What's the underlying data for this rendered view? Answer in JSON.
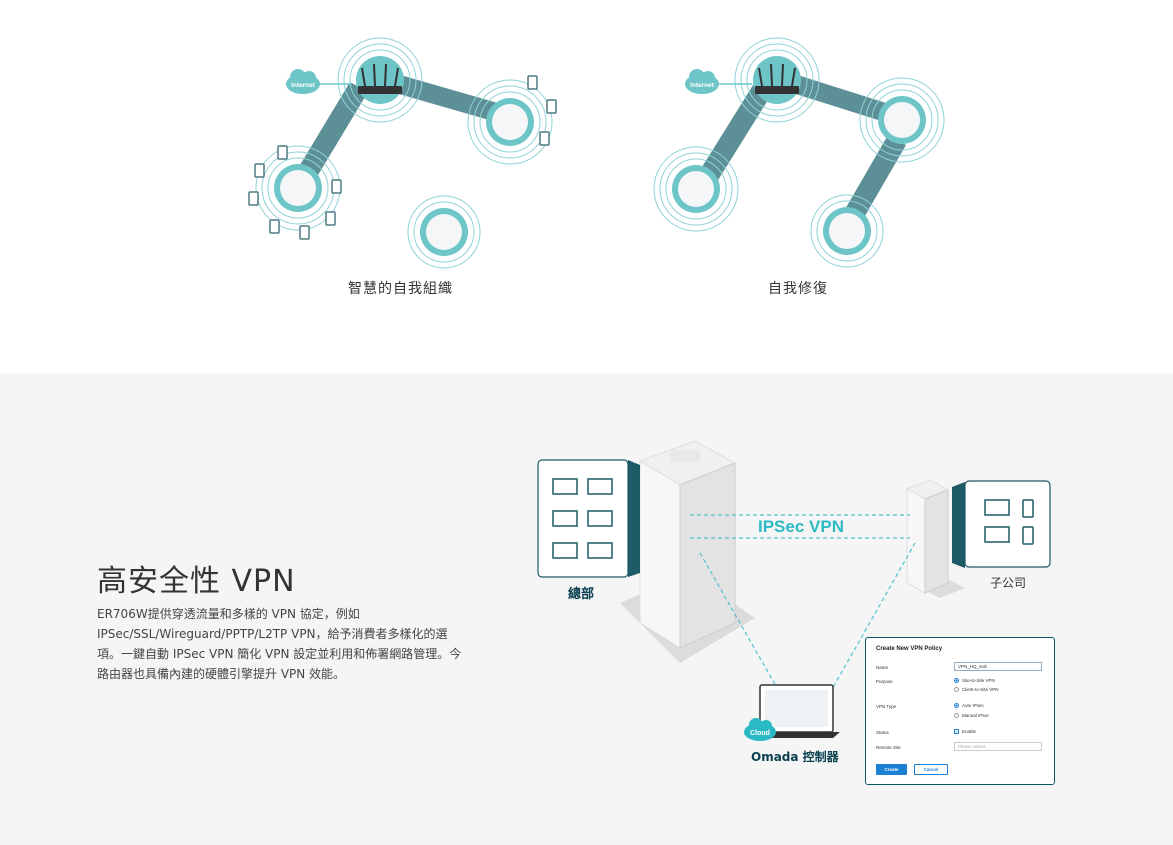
{
  "top": {
    "left_diagram": {
      "internet_label": "Internet",
      "caption": "智慧的自我組織"
    },
    "right_diagram": {
      "internet_label": "Internet",
      "caption": "自我修復"
    }
  },
  "vpn": {
    "title": "高安全性 VPN",
    "description": "ER706W提供穿透流量和多樣的 VPN 協定，例如 IPSec/SSL/Wireguard/PPTP/L2TP VPN，給予消費者多樣化的選項。一鍵自動 IPSec VPN 簡化 VPN 設定並利用和佈署網路管理。今路由器也具備內建的硬體引擎提升 VPN 效能。",
    "tunnel_label": "IPSec VPN",
    "hq_label": "總部",
    "branch_label": "子公司",
    "controller_label": "Omada 控制器",
    "cloud_label": "Cloud",
    "policy": {
      "title": "Create New VPN Policy",
      "name_label": "Name",
      "name_value": "VPN_HQ_Sub",
      "purpose_label": "Purpose",
      "purpose_opt1": "Site-to-Site VPN",
      "purpose_opt2": "Client-to-Site VPN",
      "type_label": "VPN Type",
      "type_opt1": "Auto IPsec",
      "type_opt2": "Manual IPsec",
      "status_label": "Status",
      "status_value": "Enable",
      "remote_label": "Remote Site",
      "remote_placeholder": "Please Select",
      "create_button": "Create",
      "cancel_button": "Cancel"
    }
  },
  "colors": {
    "teal": "#6dc5c8",
    "dark_teal": "#1d5b66",
    "accent": "#2bbac3",
    "bottom_bg": "#f5f5f5"
  }
}
